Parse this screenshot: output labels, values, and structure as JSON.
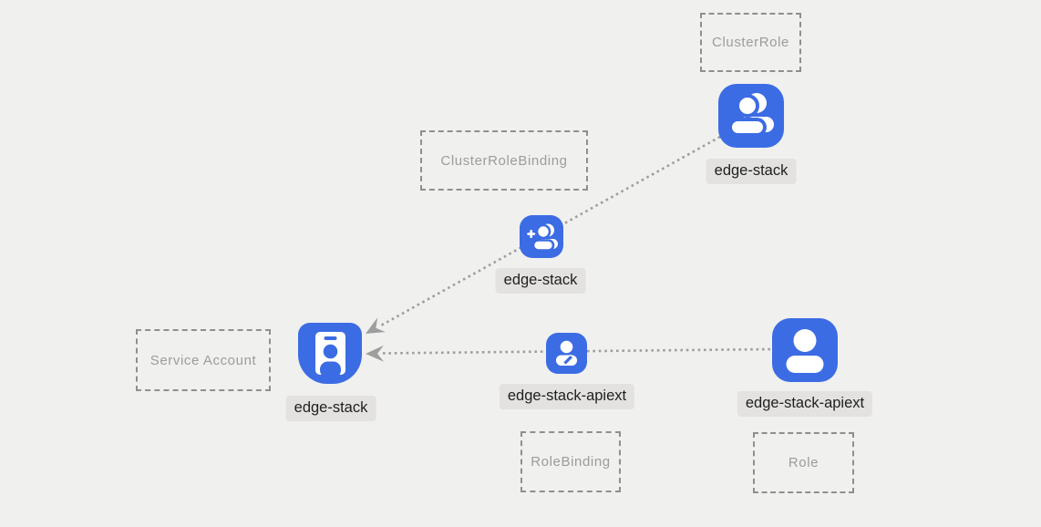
{
  "diagram": {
    "colors": {
      "background": "#f0f0ef",
      "node_blue": "#3c6ce4",
      "edge_gray": "#9e9e9e",
      "label_bg": "#e3e2e1",
      "label_text": "#1f1f1f",
      "box_border": "#8f8f8f",
      "box_text": "#9c9c9c"
    },
    "type_boxes": {
      "cluster_role": {
        "label": "ClusterRole"
      },
      "cluster_role_binding": {
        "label": "ClusterRoleBinding"
      },
      "service_account": {
        "label": "Service Account"
      },
      "role_binding": {
        "label": "RoleBinding"
      },
      "role": {
        "label": "Role"
      }
    },
    "nodes": {
      "cluster_role": {
        "name": "edge-stack",
        "icon": "users-icon"
      },
      "cluster_role_binding": {
        "name": "edge-stack",
        "icon": "user-plus-icon"
      },
      "service_account": {
        "name": "edge-stack",
        "icon": "id-badge-icon"
      },
      "role_binding": {
        "name": "edge-stack-apiext",
        "icon": "user-edit-icon"
      },
      "role": {
        "name": "edge-stack-apiext",
        "icon": "user-icon"
      }
    },
    "edges": [
      {
        "from": "cluster_role",
        "via": "cluster_role_binding",
        "to": "service_account",
        "style": "dotted",
        "arrow": "to"
      },
      {
        "from": "role",
        "via": "role_binding",
        "to": "service_account",
        "style": "dotted",
        "arrow": "to"
      }
    ]
  }
}
